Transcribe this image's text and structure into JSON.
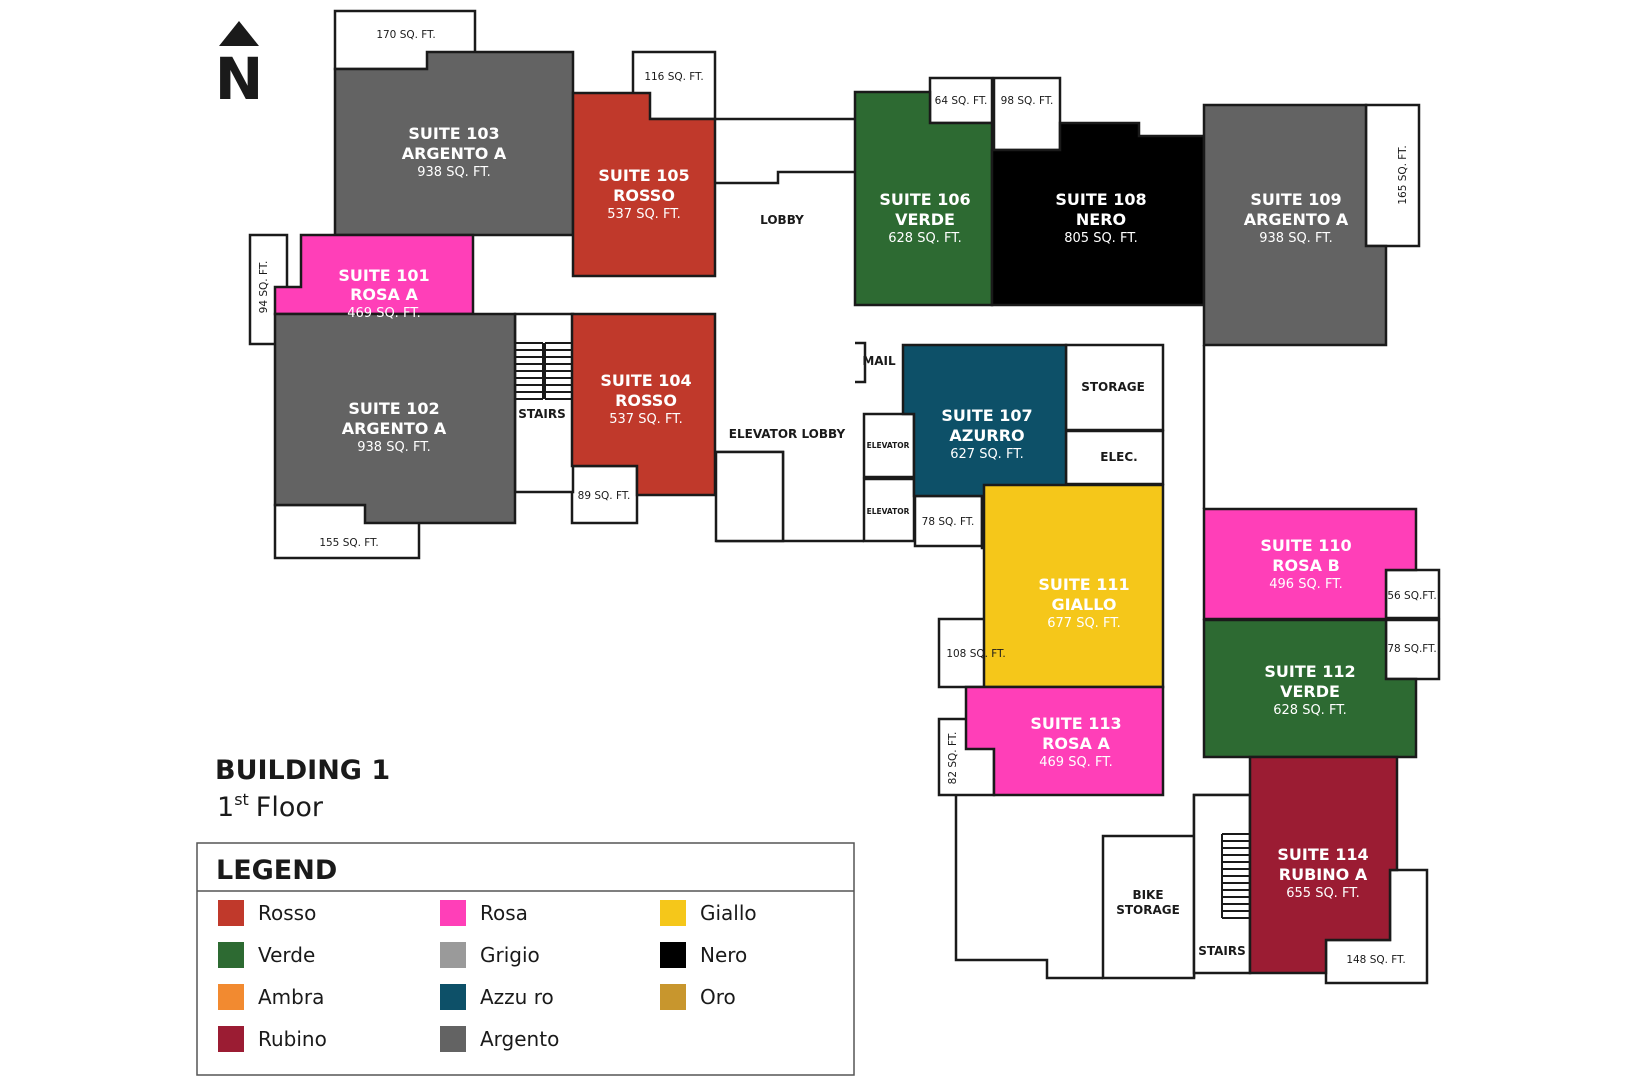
{
  "colors": {
    "rosso": "#c0392b",
    "rosa": "#ff3fb8",
    "argento": "#636363",
    "verde": "#2d6a32",
    "nero": "#000000",
    "azzurro": "#0d5068",
    "giallo": "#f5c71a",
    "rubino": "#9b1c33",
    "ambra": "#f28a30",
    "grigio": "#9a9a9a",
    "oro": "#c8962d"
  },
  "compass": {
    "letter": "N"
  },
  "title": {
    "building": "BUILDING 1",
    "floor_number": "1",
    "floor_suffix": "st",
    "floor_word": "Floor"
  },
  "suites": {
    "s101": {
      "name": "SUITE 101",
      "color_name": "ROSA A",
      "area": "469 SQ. FT."
    },
    "s102": {
      "name": "SUITE 102",
      "color_name": "ARGENTO A",
      "area": "938 SQ. FT."
    },
    "s103": {
      "name": "SUITE 103",
      "color_name": "ARGENTO A",
      "area": "938 SQ. FT."
    },
    "s104": {
      "name": "SUITE 104",
      "color_name": "ROSSO",
      "area": "537 SQ. FT."
    },
    "s105": {
      "name": "SUITE 105",
      "color_name": "ROSSO",
      "area": "537 SQ. FT."
    },
    "s106": {
      "name": "SUITE 106",
      "color_name": "VERDE",
      "area": "628 SQ. FT."
    },
    "s107": {
      "name": "SUITE 107",
      "color_name": "AZURRO",
      "area": "627 SQ. FT."
    },
    "s108": {
      "name": "SUITE 108",
      "color_name": "NERO",
      "area": "805 SQ. FT."
    },
    "s109": {
      "name": "SUITE 109",
      "color_name": "ARGENTO A",
      "area": "938 SQ. FT."
    },
    "s110": {
      "name": "SUITE 110",
      "color_name": "ROSA B",
      "area": "496 SQ. FT."
    },
    "s111": {
      "name": "SUITE 111",
      "color_name": "GIALLO",
      "area": "677 SQ. FT."
    },
    "s112": {
      "name": "SUITE 112",
      "color_name": "VERDE",
      "area": "628 SQ. FT."
    },
    "s113": {
      "name": "SUITE 113",
      "color_name": "ROSA A",
      "area": "469 SQ. FT."
    },
    "s114": {
      "name": "SUITE 114",
      "color_name": "RUBINO A",
      "area": "655 SQ. FT."
    }
  },
  "annexes": {
    "a170": "170 SQ. FT.",
    "a116": "116 SQ. FT.",
    "a64": "64 SQ. FT.",
    "a98": "98 SQ. FT.",
    "a165": "165 SQ. FT.",
    "a94": "94 SQ. FT.",
    "a155": "155 SQ. FT.",
    "a89": "89 SQ. FT.",
    "a78": "78 SQ. FT.",
    "a56": "56 SQ.FT.",
    "a78b": "78 SQ.FT.",
    "a108": "108 SQ. FT.",
    "a82": "82 SQ. FT.",
    "a148": "148 SQ. FT."
  },
  "rooms": {
    "lobby": "LOBBY",
    "stairs": "STAIRS",
    "elevator_lobby": "ELEVATOR LOBBY",
    "mail": "MAIL",
    "elevator": "ELEVATOR",
    "storage": "STORAGE",
    "elec": "ELEC.",
    "bike_line1": "BIKE",
    "bike_line2": "STORAGE"
  },
  "legend": {
    "heading": "LEGEND",
    "items": [
      {
        "label": "Rosso",
        "color": "#c0392b"
      },
      {
        "label": "Verde",
        "color": "#2d6a32"
      },
      {
        "label": "Ambra",
        "color": "#f28a30"
      },
      {
        "label": "Rubino",
        "color": "#9b1c33"
      },
      {
        "label": "Rosa",
        "color": "#ff3fb8"
      },
      {
        "label": "Grigio",
        "color": "#9a9a9a"
      },
      {
        "label": "Azzu ro",
        "color": "#0d5068"
      },
      {
        "label": "Argento",
        "color": "#636363"
      },
      {
        "label": "Giallo",
        "color": "#f5c71a"
      },
      {
        "label": "Nero",
        "color": "#000000"
      },
      {
        "label": "Oro",
        "color": "#c8962d"
      }
    ]
  }
}
